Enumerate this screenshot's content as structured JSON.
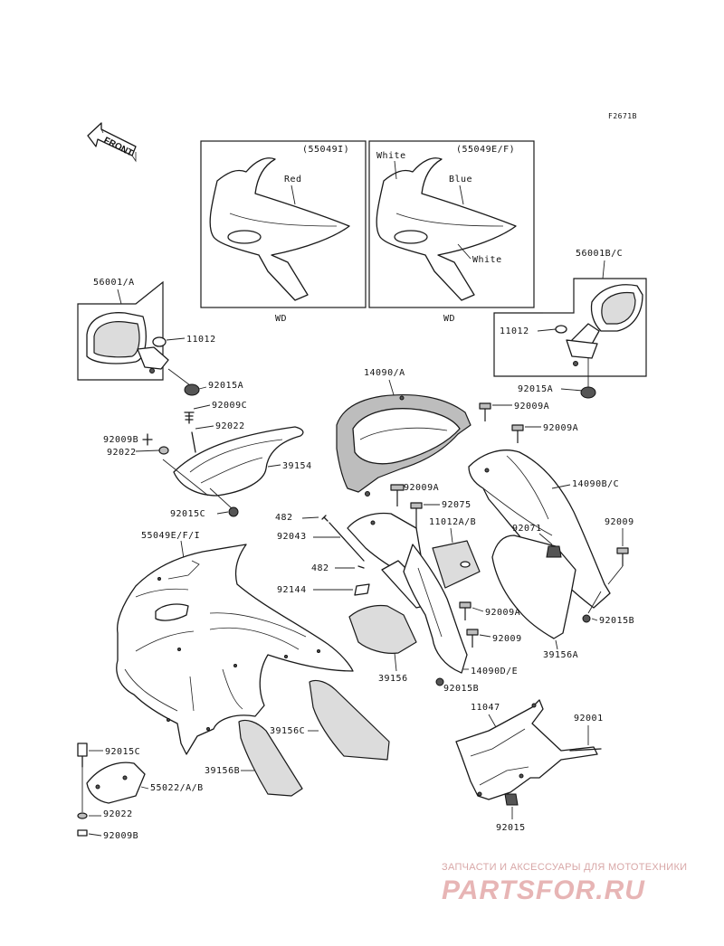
{
  "figure_code": "F2671B",
  "front_label": "FRONT",
  "inset_left": {
    "label": "(55049I)",
    "color_callout": "Red",
    "caption": "WD"
  },
  "inset_right": {
    "label": "(55049E/F)",
    "color_callouts": [
      "White",
      "Blue",
      "White"
    ],
    "caption": "WD"
  },
  "parts": {
    "p56001_a": "56001/A",
    "p11012_l": "11012",
    "p92015a_l": "92015A",
    "p92009c": "92009C",
    "p92022_u": "92022",
    "p92009b_u": "92009B",
    "p92022_l": "92022",
    "p39154": "39154",
    "p92015c_u": "92015C",
    "p55049efi": "55049E/F/I",
    "p14090a": "14090/A",
    "p92009a_1": "92009A",
    "p92009a_2": "92009A",
    "p56001bc": "56001B/C",
    "p11012_r": "11012",
    "p92015a_r": "92015A",
    "p14090bc": "14090B/C",
    "p92009a_3": "92009A",
    "p92075": "92075",
    "p482_u": "482",
    "p11012ab": "11012A/B",
    "p92043": "92043",
    "p92071": "92071",
    "p92009_r": "92009",
    "p482_l": "482",
    "p92144": "92144",
    "p92009a_4": "92009A",
    "p92015b_r": "92015B",
    "p92009_c": "92009",
    "p39156a": "39156A",
    "p39156": "39156",
    "p14090de": "14090D/E",
    "p92015b_c": "92015B",
    "p11047": "11047",
    "p92001": "92001",
    "p39156c": "39156C",
    "p92015c_l": "92015C",
    "p39156b": "39156B",
    "p55022ab": "55022/A/B",
    "p92022_b": "92022",
    "p92009b_b": "92009B",
    "p92015": "92015"
  },
  "watermark": {
    "tagline": "ЗАПЧАСТИ И АКСЕССУАРЫ ДЛЯ МОТОТЕХНИКИ",
    "brand": "PARTSFOR.RU"
  }
}
